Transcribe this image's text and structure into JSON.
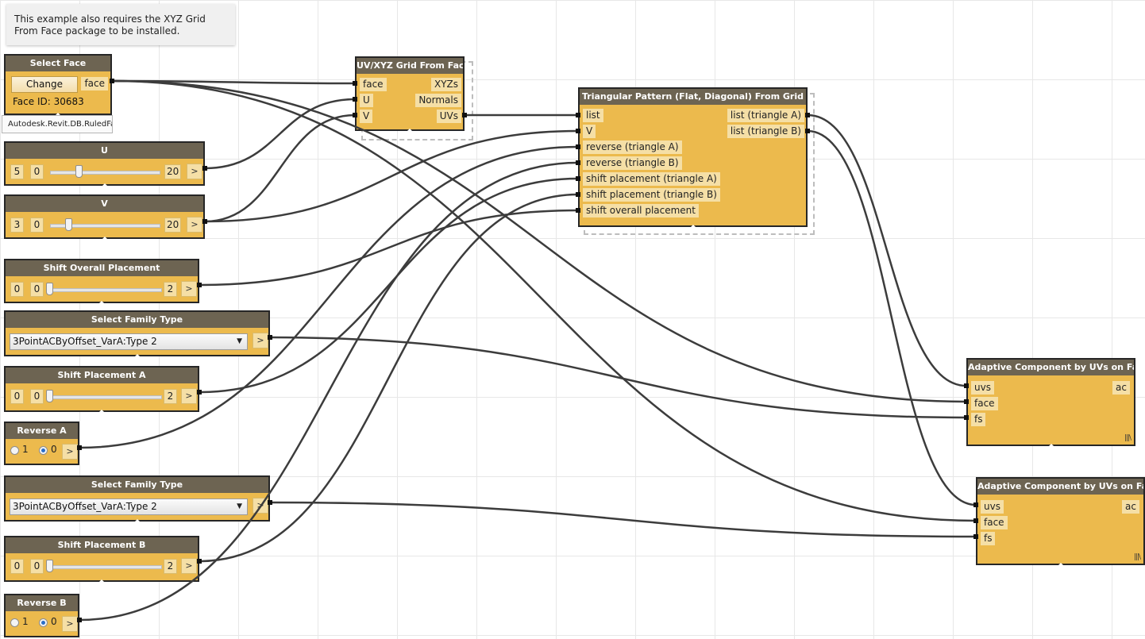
{
  "note": {
    "text": "This example also requires the XYZ Grid From Face package to be installed."
  },
  "select_face": {
    "title": "Select Face",
    "button_label": "Change",
    "output": "face",
    "face_id": "Face ID: 30683",
    "tooltip": "Autodesk.Revit.DB.RuledFa..."
  },
  "slider_u": {
    "title": "U",
    "value": "5",
    "min": "0",
    "max": "20",
    "fraction": 0.25,
    "expand": ">"
  },
  "slider_v": {
    "title": "V",
    "value": "3",
    "min": "0",
    "max": "20",
    "fraction": 0.15,
    "expand": ">"
  },
  "slider_shift_overall": {
    "title": "Shift Overall Placement",
    "value": "0",
    "min": "0",
    "max": "2",
    "fraction": 0.0,
    "expand": ">"
  },
  "family_type_1": {
    "title": "Select Family Type",
    "selected": "3PointACByOffset_VarA:Type 2",
    "expand": ">"
  },
  "slider_shift_a": {
    "title": "Shift Placement A",
    "value": "0",
    "min": "0",
    "max": "2",
    "fraction": 0.0,
    "expand": ">"
  },
  "reverse_a": {
    "title": "Reverse A",
    "option_1": "1",
    "option_2": "0",
    "selected": "0",
    "expand": ">"
  },
  "family_type_2": {
    "title": "Select Family Type",
    "selected": "3PointACByOffset_VarA:Type 2",
    "expand": ">"
  },
  "slider_shift_b": {
    "title": "Shift Placement B",
    "value": "0",
    "min": "0",
    "max": "2",
    "fraction": 0.0,
    "expand": ">"
  },
  "reverse_b": {
    "title": "Reverse B",
    "option_1": "1",
    "option_2": "0",
    "selected": "0",
    "expand": ">"
  },
  "uvxyz_grid": {
    "title": "UV/XYZ Grid From Face",
    "inputs": [
      "face",
      "U",
      "V"
    ],
    "outputs": [
      "XYZs",
      "Normals",
      "UVs"
    ]
  },
  "triangular_pattern": {
    "title": "Triangular Pattern (Flat, Diagonal) From Grid",
    "inputs": [
      "list",
      "V",
      "reverse (triangle A)",
      "reverse (triangle B)",
      "shift placement (triangle A)",
      "shift placement (triangle B)",
      "shift overall placement"
    ],
    "outputs": [
      "list (triangle A)",
      "list (triangle B)"
    ]
  },
  "adaptive_1": {
    "title": "Adaptive Component by UVs on Face",
    "inputs": [
      "uvs",
      "face",
      "fs"
    ],
    "outputs": [
      "ac"
    ],
    "lacing": "|||\\"
  },
  "adaptive_2": {
    "title": "Adaptive Component by UVs on Face",
    "inputs": [
      "uvs",
      "face",
      "fs"
    ],
    "outputs": [
      "ac"
    ],
    "lacing": "|||\\"
  },
  "colors": {
    "node_body": "#ecba4d",
    "node_header": "#6d6452",
    "port_label": "#f5dfa6",
    "wire": "#3c3c3c",
    "canvas": "#ffffff",
    "grid": "#e7e7e7"
  }
}
